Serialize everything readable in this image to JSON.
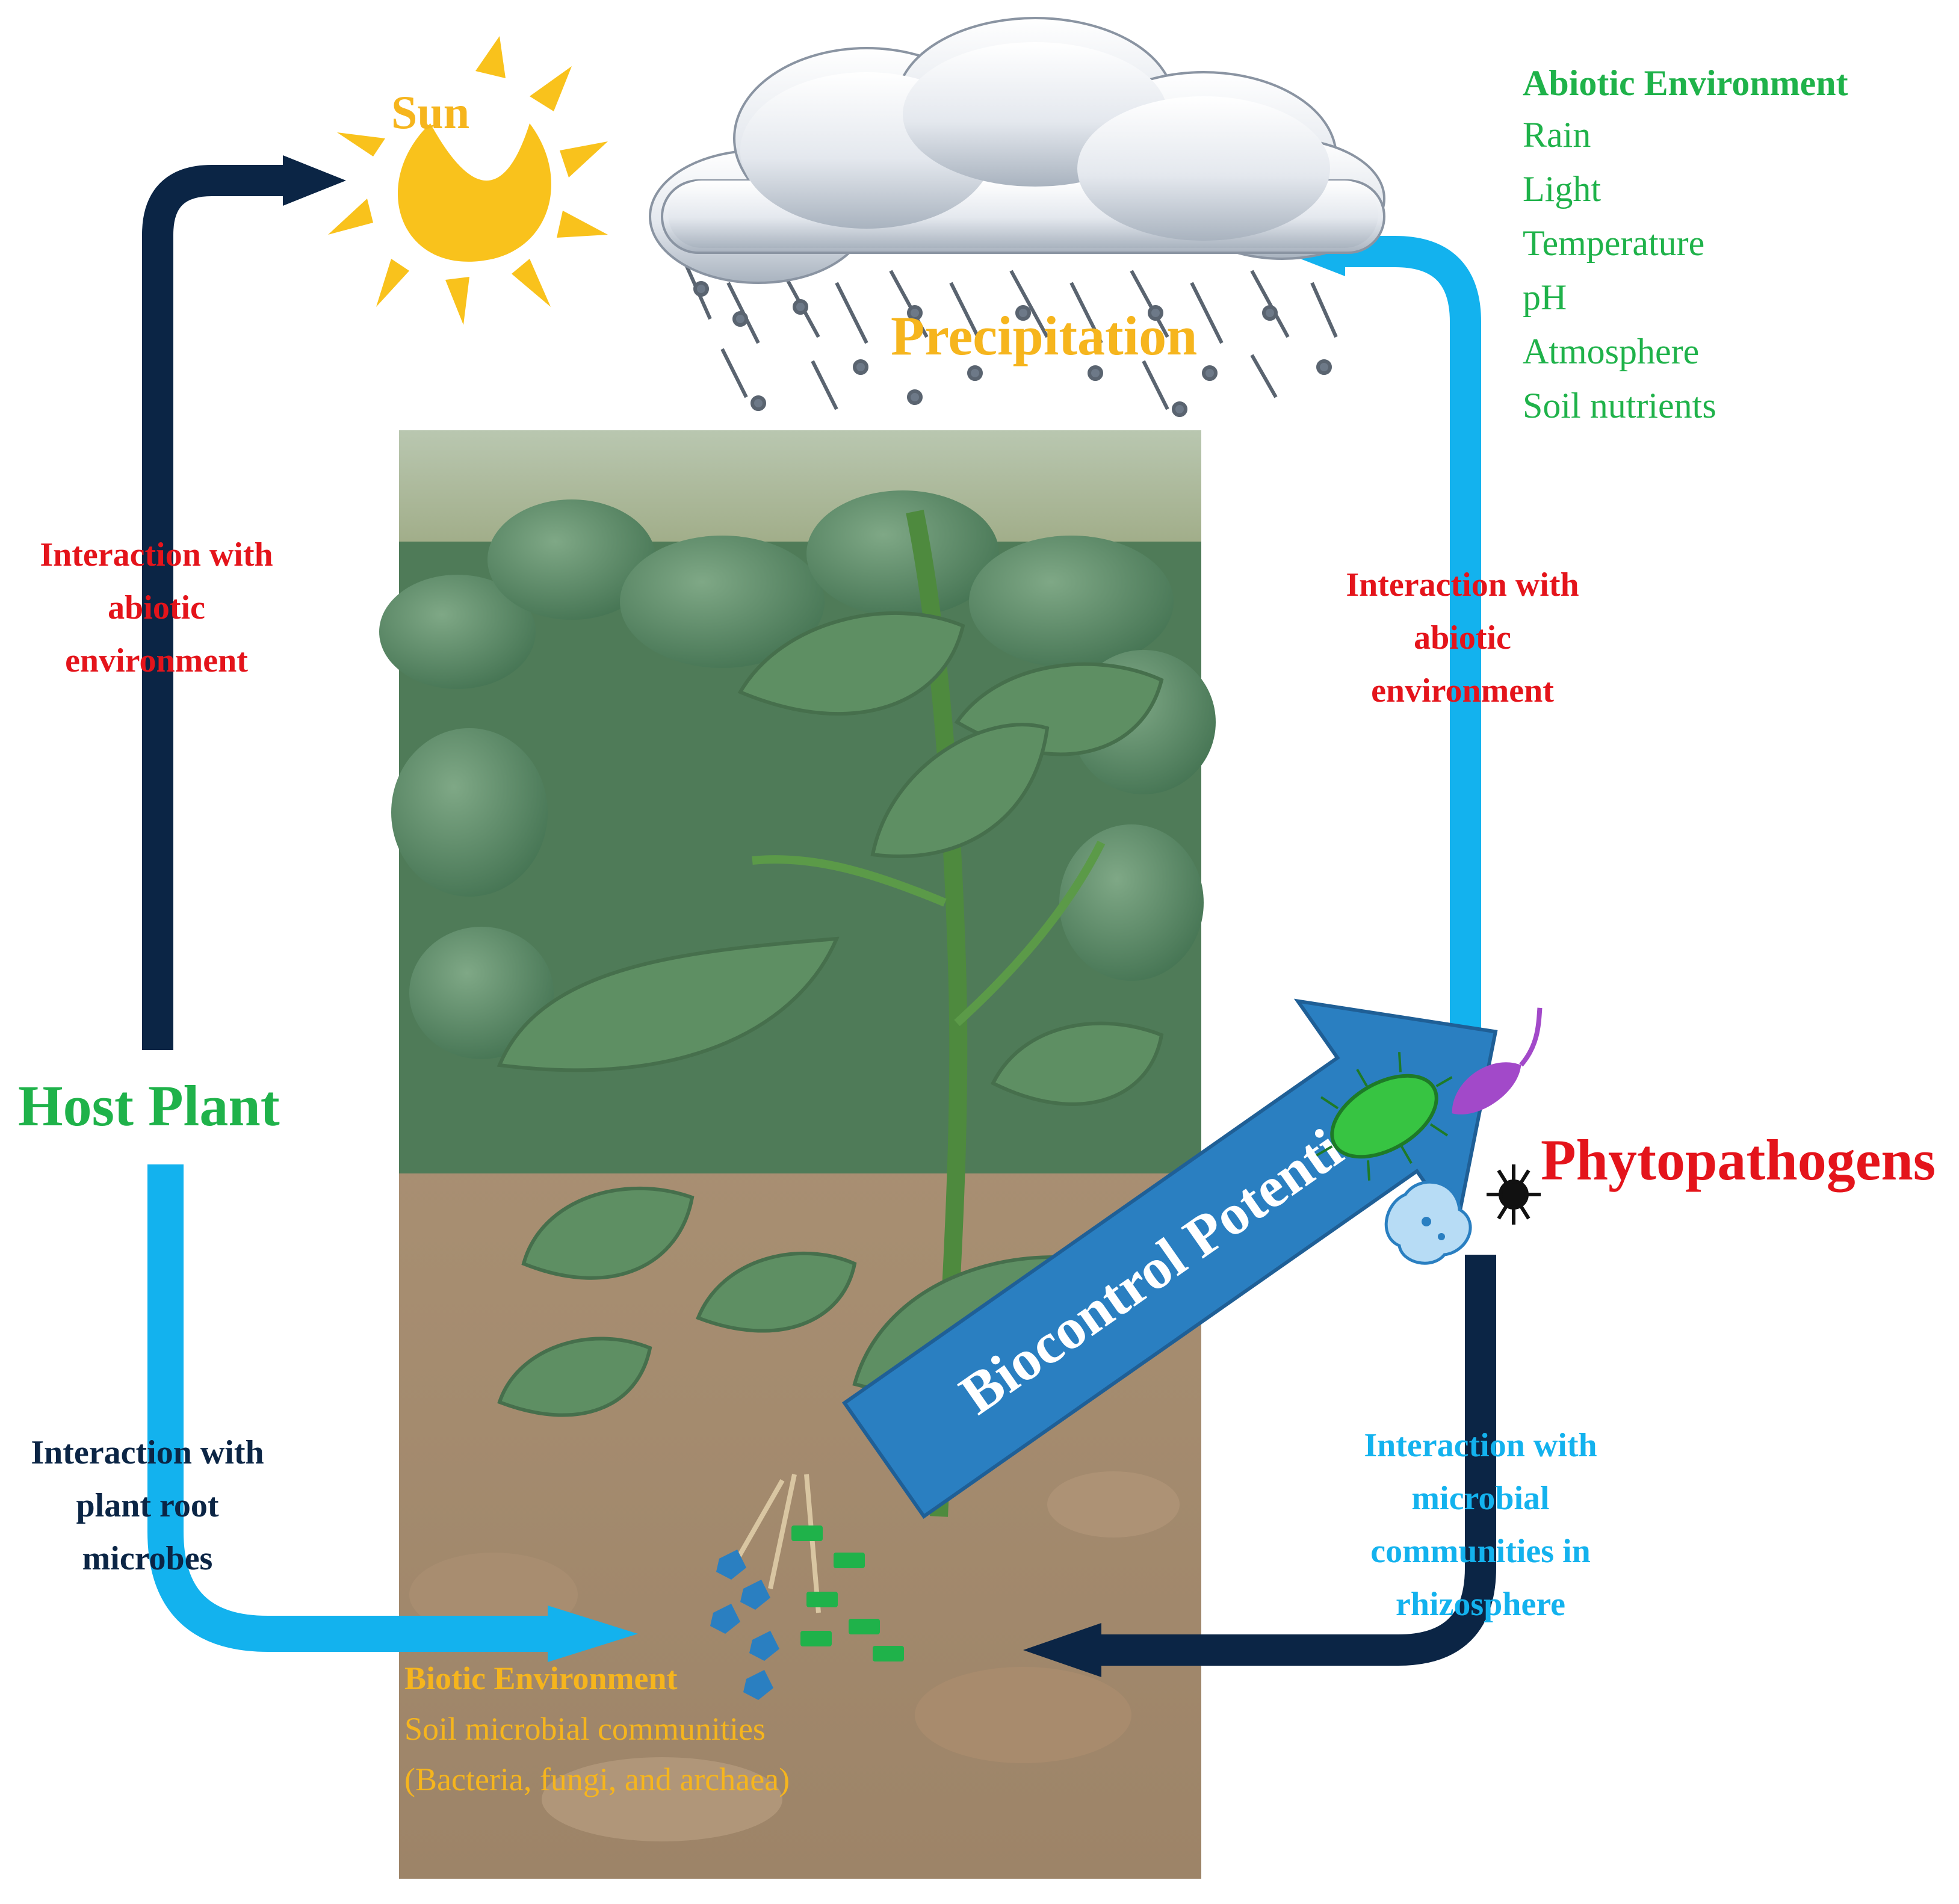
{
  "sun": {
    "label": "Sun"
  },
  "precipitation": {
    "label": "Precipitation"
  },
  "abiotic_environment": {
    "title": "Abiotic Environment",
    "items": [
      "Rain",
      "Light",
      "Temperature",
      "pH",
      "Atmosphere",
      "Soil nutrients"
    ]
  },
  "left_top_interaction": {
    "lines": [
      "Interaction with",
      "abiotic",
      "environment"
    ]
  },
  "right_top_interaction": {
    "lines": [
      "Interaction with",
      "abiotic",
      "environment"
    ]
  },
  "host_plant": {
    "label": "Host Plant"
  },
  "phytopathogens": {
    "label": "Phytopathogens"
  },
  "left_bottom_interaction": {
    "lines": [
      "Interaction with",
      "plant root",
      "microbes"
    ]
  },
  "right_bottom_interaction": {
    "lines": [
      "Interaction with",
      "microbial",
      "communities in",
      "rhizosphere"
    ]
  },
  "biocontrol": {
    "label": "Biocontrol Potential"
  },
  "biotic_environment": {
    "title": "Biotic Environment",
    "lines": [
      "Soil microbial communities",
      "(Bacteria, fungi, and archaea)"
    ]
  },
  "colors": {
    "navy": "#0b2545",
    "sky": "#13b2ee",
    "green": "#1fb24a",
    "red": "#e4141b",
    "gold": "#f6b51d",
    "biocontrol_arrow": "#2a7fc1"
  }
}
